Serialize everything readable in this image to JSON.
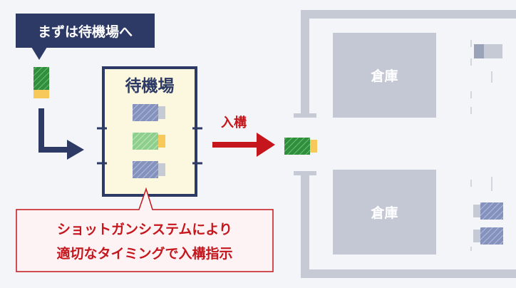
{
  "callout_top": {
    "text": "まずは待機場へ"
  },
  "waiting_area": {
    "title": "待機場"
  },
  "entry_arrow": {
    "label": "入構"
  },
  "warehouses": [
    {
      "label": "倉庫"
    },
    {
      "label": "倉庫"
    }
  ],
  "callout_bottom": {
    "line1": "ショットガンシステムにより",
    "line2": "適切なタイミングで入構指示"
  },
  "colors": {
    "navy": "#2d3a66",
    "waiting_fill": "#fcf8df",
    "warehouse_fill": "#c3c8d4",
    "road": "#c6cad4",
    "red": "#c4161c",
    "callout_bottom_fill": "#fdf3f4",
    "truck_green": "#2f8f3d",
    "truck_blue": "#8492bd",
    "truck_light_green": "#8fcf8d",
    "truck_gray_blue": "#9aa3b8",
    "truck_yellow": "#f6c95a"
  },
  "icons": [
    "truck-icon",
    "elbow-arrow-icon",
    "right-arrow-icon"
  ]
}
